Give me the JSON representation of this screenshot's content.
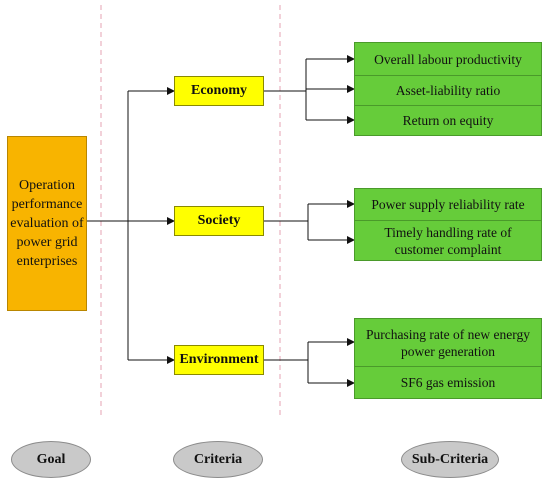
{
  "goal": {
    "text": "Operation performance evaluation of power grid enterprises"
  },
  "criteria": [
    {
      "label": "Economy"
    },
    {
      "label": "Society"
    },
    {
      "label": "Environment"
    }
  ],
  "sub_criteria": {
    "economy": [
      "Overall labour productivity",
      "Asset-liability ratio",
      "Return on equity"
    ],
    "society": [
      "Power supply reliability rate",
      "Timely handling rate of customer complaint"
    ],
    "environment": [
      "Purchasing rate of new energy power generation",
      "SF6 gas emission"
    ]
  },
  "column_labels": {
    "goal": "Goal",
    "criteria": "Criteria",
    "sub_criteria": "Sub-Criteria"
  },
  "colors": {
    "goal": "#f8b400",
    "criteria": "#ffff00",
    "sub_criteria": "#66cc3a",
    "oval": "#c9c9c9",
    "divider": "#e6a3b3"
  }
}
